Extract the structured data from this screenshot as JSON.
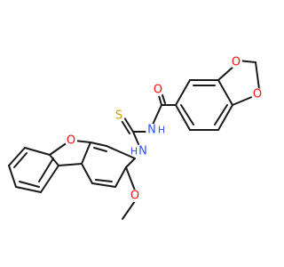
{
  "colors": {
    "oxygen": "#ff0d0d",
    "nitrogen": "#3050f8",
    "sulfur": "#c8a000",
    "carbon": "#1a1a1a",
    "background": "#ffffff"
  },
  "atoms": {
    "o_carbonyl": "O",
    "o_dioxole_1": "O",
    "o_dioxole_2": "O",
    "s_thio": "S",
    "n_amide": "N",
    "h_amide": "H",
    "n_amine": "N",
    "h_amine": "H",
    "o_furan": "O",
    "o_methoxy": "O"
  }
}
